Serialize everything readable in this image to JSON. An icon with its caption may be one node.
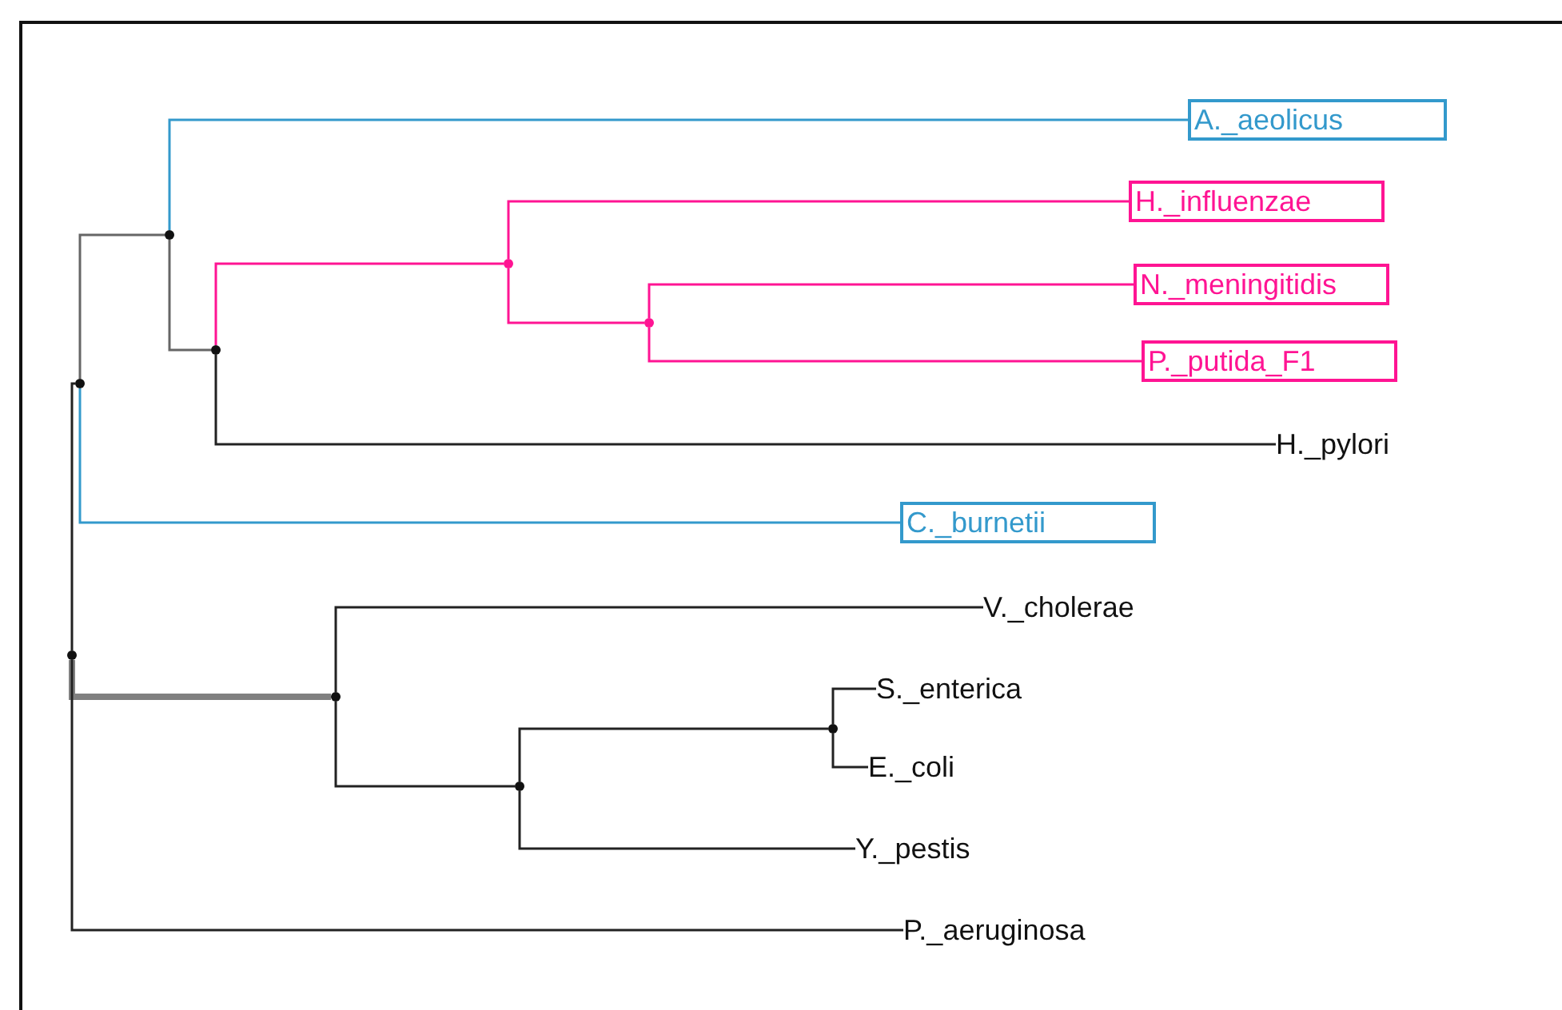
{
  "diagram": {
    "nodes": [
      {
        "text": [
          "A._aeolicus"
        ]
      },
      {
        "text": [
          "H._influenzae"
        ]
      },
      {
        "text": [
          "N._meningitidis"
        ]
      },
      {
        "text": [
          "P._putida_F1"
        ]
      },
      {
        "text": [
          "H._pylori"
        ]
      },
      {
        "text": [
          "C._burnetii"
        ]
      },
      {
        "text": [
          "V._cholerae"
        ]
      },
      {
        "text": [
          "S._enterica"
        ]
      },
      {
        "text": [
          "E._coli"
        ]
      },
      {
        "text": [
          "Y._pestis"
        ]
      },
      {
        "text": [
          "P._aeruginosa"
        ]
      },
      {
        "text": [],
        "shape": "circle"
      },
      {
        "text": [],
        "shape": "circle"
      },
      {
        "text": [],
        "shape": "circle"
      },
      {
        "text": [],
        "shape": "circle"
      },
      {
        "text": [],
        "shape": "circle"
      },
      {
        "text": [],
        "shape": "circle"
      },
      {
        "text": [],
        "shape": "circle"
      },
      {
        "text": [],
        "shape": "circle"
      },
      {
        "text": [],
        "shape": "circle"
      }
    ],
    "edges": [
      {
        "from": 16,
        "to": 15,
        "arrow": "none"
      },
      {
        "from": 15,
        "to": 11,
        "arrow": "none",
        "color": "#666666"
      },
      {
        "from": 11,
        "to": 0,
        "arrow": "none",
        "color": "#3399cc"
      },
      {
        "from": 11,
        "to": 12,
        "arrow": "none",
        "color": "#666666"
      },
      {
        "from": 12,
        "to": 13,
        "arrow": "none",
        "color": "#ff1493"
      },
      {
        "from": 13,
        "to": 1,
        "arrow": "none",
        "color": "#ff1493"
      },
      {
        "from": 13,
        "to": 14,
        "arrow": "none",
        "color": "#ff1493"
      },
      {
        "from": 14,
        "to": 2,
        "arrow": "none",
        "color": "#ff1493"
      },
      {
        "from": 14,
        "to": 3,
        "arrow": "none",
        "color": "#ff1493"
      },
      {
        "from": 12,
        "to": 4,
        "arrow": "none"
      },
      {
        "from": 15,
        "to": 5,
        "arrow": "none",
        "color": "#3399cc"
      },
      {
        "from": 16,
        "to": 17,
        "arrow": "none",
        "style": "thick",
        "color": "#808080"
      },
      {
        "from": 17,
        "to": 6,
        "arrow": "none"
      },
      {
        "from": 17,
        "to": 19,
        "arrow": "none"
      },
      {
        "from": 19,
        "to": 18,
        "arrow": "none"
      },
      {
        "from": 18,
        "to": 7,
        "arrow": "none"
      },
      {
        "from": 18,
        "to": 8,
        "arrow": "none"
      },
      {
        "from": 19,
        "to": 9,
        "arrow": "none"
      },
      {
        "from": 16,
        "to": 10,
        "arrow": "none"
      }
    ]
  }
}
